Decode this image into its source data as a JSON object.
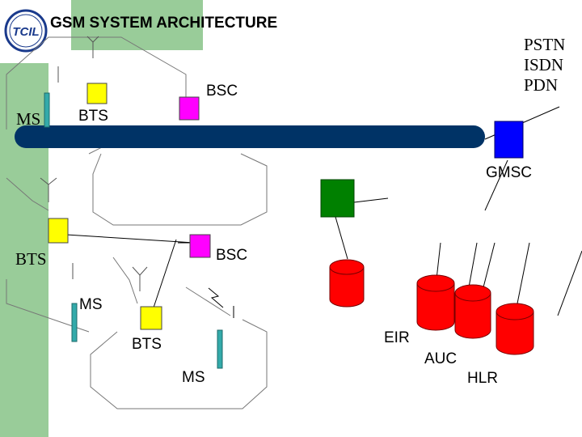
{
  "title": "GSM SYSTEM ARCHITECTURE",
  "pstn_labels": [
    "PSTN",
    "ISDN",
    "PDN"
  ],
  "labels": {
    "bsc_top": "BSC",
    "bsc_mid": "BSC",
    "bts_top": "BTS",
    "bts_left": "BTS",
    "bts_bottom": "BTS",
    "ms_top": "MS",
    "ms_mid": "MS",
    "ms_bottom": "MS",
    "gmsc": "GMSC",
    "eir": "EIR",
    "auc": "AUC",
    "hlr": "HLR"
  },
  "colors": {
    "sidebar": "#99cc99",
    "backbone": "#003366",
    "bts": "#ffff00",
    "bsc": "#ff00ff",
    "msc": "#0000ff",
    "gmsc": "#008000",
    "database": "#ff0000",
    "mobile": "#33aaaa"
  },
  "logo": {
    "text": "TCIL"
  }
}
